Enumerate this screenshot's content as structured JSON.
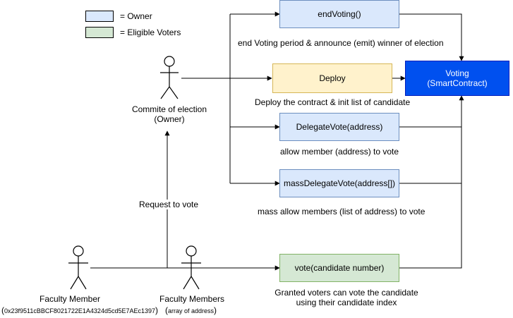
{
  "legend": [
    {
      "label": "= Owner",
      "color": "#dae8fc"
    },
    {
      "label": "= Eligible Voters",
      "color": "#d5e8d4"
    }
  ],
  "actors": {
    "owner": {
      "label_line1": "Commite of election",
      "label_line2": "(Owner)"
    },
    "faculty_member": {
      "label": "Faculty Member",
      "address": "0x23f9511cBBCF8021722E1A4324d5cd5E7AEc1397"
    },
    "faculty_members": {
      "label": "Faculty Members",
      "address": "array of address"
    }
  },
  "functions": {
    "end_voting": {
      "label": "endVoting()",
      "desc": "end Voting period & announce (emit) winner of election"
    },
    "deploy": {
      "label": "Deploy",
      "desc": "Deploy the contract & init list of candidate"
    },
    "delegate_vote": {
      "label": "DelegateVote(address)",
      "desc": "allow member (address) to vote"
    },
    "mass_delegate_vote": {
      "label": "massDelegateVote(address[])",
      "desc": "mass allow members (list of address) to vote"
    },
    "vote": {
      "label": "vote(candidate number)",
      "desc_line1": "Granted voters can vote the candidate",
      "desc_line2": "using their candidate index"
    }
  },
  "contract": {
    "line1": "Voting",
    "line2": "(SmartContract)"
  },
  "edges": {
    "request_to_vote": "Request to vote"
  },
  "colors": {
    "owner": "#dae8fc",
    "eligible": "#d5e8d4",
    "deploy": "#fff2cc",
    "contract": "#0050ef"
  }
}
